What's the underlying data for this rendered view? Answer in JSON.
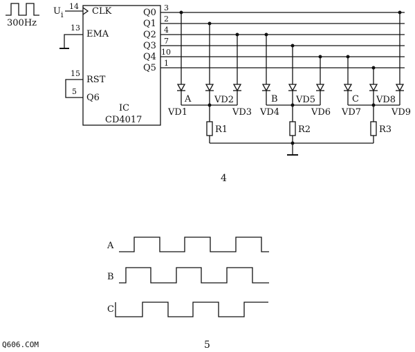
{
  "top": {
    "clock_source": "300Hz",
    "input_label": "U",
    "input_sub": "i",
    "ic_name": "IC",
    "ic_part": "CD4017",
    "pins": {
      "clk_num": "14",
      "clk": "CLK",
      "ema_num": "13",
      "ema": "EMA",
      "rst_num": "15",
      "rst": "RST",
      "q6_num": "5",
      "q6": "Q6"
    },
    "outputs": [
      {
        "name": "Q0",
        "pin": "3"
      },
      {
        "name": "Q1",
        "pin": "2"
      },
      {
        "name": "Q2",
        "pin": "4"
      },
      {
        "name": "Q3",
        "pin": "7"
      },
      {
        "name": "Q4",
        "pin": "10"
      },
      {
        "name": "Q5",
        "pin": "1"
      }
    ],
    "nodes": [
      "A",
      "B",
      "C"
    ],
    "diodes": [
      "VD1",
      "VD2",
      "VD3",
      "VD4",
      "VD5",
      "VD6",
      "VD7",
      "VD8",
      "VD9"
    ],
    "resistors": [
      "R1",
      "R2",
      "R3"
    ],
    "figure_number": "4"
  },
  "bottom": {
    "signals": [
      "A",
      "B",
      "C"
    ],
    "figure_number": "5",
    "watermark": "Q606.COM"
  }
}
